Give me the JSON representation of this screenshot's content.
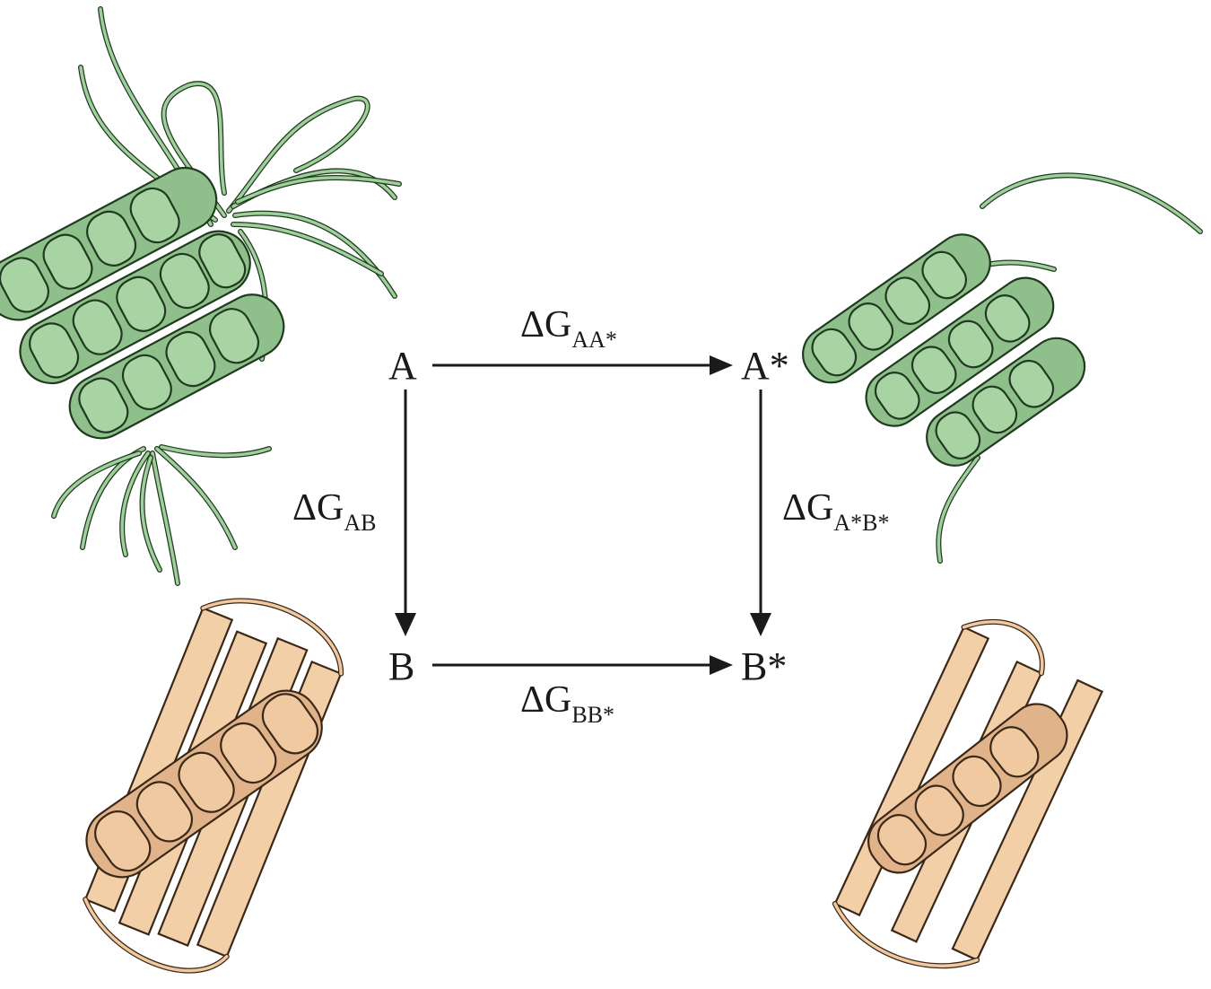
{
  "nodes": {
    "a": "A",
    "a_star": "A*",
    "b": "B",
    "b_star": "B*"
  },
  "edges": {
    "aa_star": {
      "delta": "ΔG",
      "sub": "AA*"
    },
    "ab": {
      "delta": "ΔG",
      "sub": "AB"
    },
    "a_star_b_star": {
      "delta": "ΔG",
      "sub": "A*B*"
    },
    "bb_star": {
      "delta": "ΔG",
      "sub": "BB*"
    }
  },
  "colors": {
    "state_a_structure": "#a8d4a4",
    "state_b_structure": "#f1c9a0",
    "arrows": "#1a1a1a"
  }
}
